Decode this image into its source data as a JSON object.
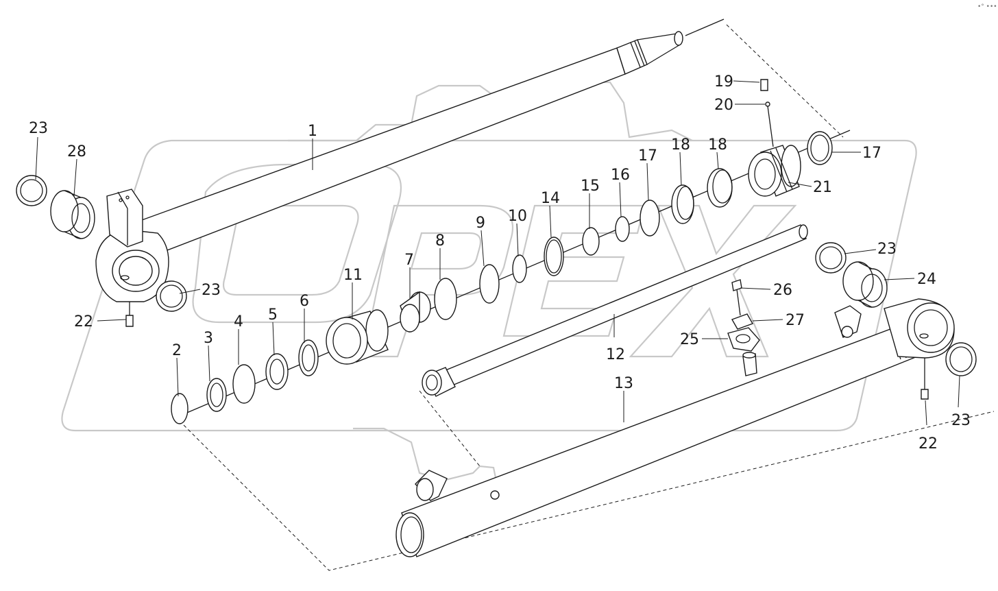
{
  "corner_mark": "•° •••",
  "watermark": {
    "brand": "OPEX",
    "color": "#c8c8c8"
  },
  "callouts": [
    {
      "id": "c1",
      "text": "1"
    },
    {
      "id": "c2",
      "text": "2"
    },
    {
      "id": "c3",
      "text": "3"
    },
    {
      "id": "c4",
      "text": "4"
    },
    {
      "id": "c5",
      "text": "5"
    },
    {
      "id": "c6",
      "text": "6"
    },
    {
      "id": "c7",
      "text": "7"
    },
    {
      "id": "c8",
      "text": "8"
    },
    {
      "id": "c9",
      "text": "9"
    },
    {
      "id": "c10",
      "text": "10"
    },
    {
      "id": "c11",
      "text": "11"
    },
    {
      "id": "c12",
      "text": "12"
    },
    {
      "id": "c13",
      "text": "13"
    },
    {
      "id": "c14",
      "text": "14"
    },
    {
      "id": "c15",
      "text": "15"
    },
    {
      "id": "c16",
      "text": "16"
    },
    {
      "id": "c17a",
      "text": "17"
    },
    {
      "id": "c17b",
      "text": "17"
    },
    {
      "id": "c18a",
      "text": "18"
    },
    {
      "id": "c18b",
      "text": "18"
    },
    {
      "id": "c19",
      "text": "19"
    },
    {
      "id": "c20",
      "text": "20"
    },
    {
      "id": "c21",
      "text": "21"
    },
    {
      "id": "c22a",
      "text": "22"
    },
    {
      "id": "c22b",
      "text": "22"
    },
    {
      "id": "c23a",
      "text": "23"
    },
    {
      "id": "c23b",
      "text": "23"
    },
    {
      "id": "c23c",
      "text": "23"
    },
    {
      "id": "c23d",
      "text": "23"
    },
    {
      "id": "c24",
      "text": "24"
    },
    {
      "id": "c25",
      "text": "25"
    },
    {
      "id": "c26",
      "text": "26"
    },
    {
      "id": "c27",
      "text": "27"
    },
    {
      "id": "c28",
      "text": "28"
    }
  ]
}
